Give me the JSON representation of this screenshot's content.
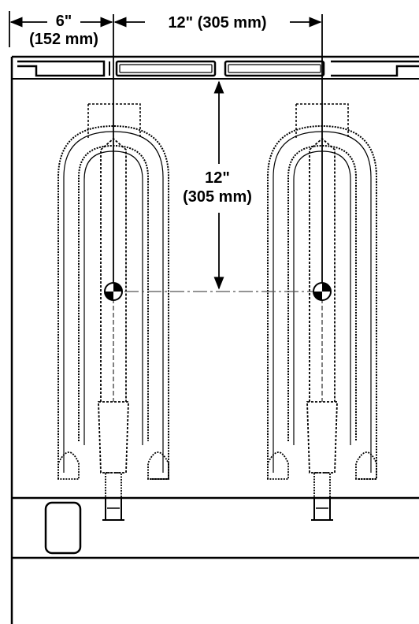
{
  "dimensions": {
    "left_offset": {
      "primary": "6\"",
      "secondary": "(152 mm)"
    },
    "burner_spacing": {
      "primary": "12\" (305 mm)"
    },
    "vertical_offset": {
      "primary": "12\"",
      "secondary": "(305 mm)"
    }
  },
  "colors": {
    "line": "#000000",
    "background": "#ffffff",
    "centerline": "#555555"
  }
}
